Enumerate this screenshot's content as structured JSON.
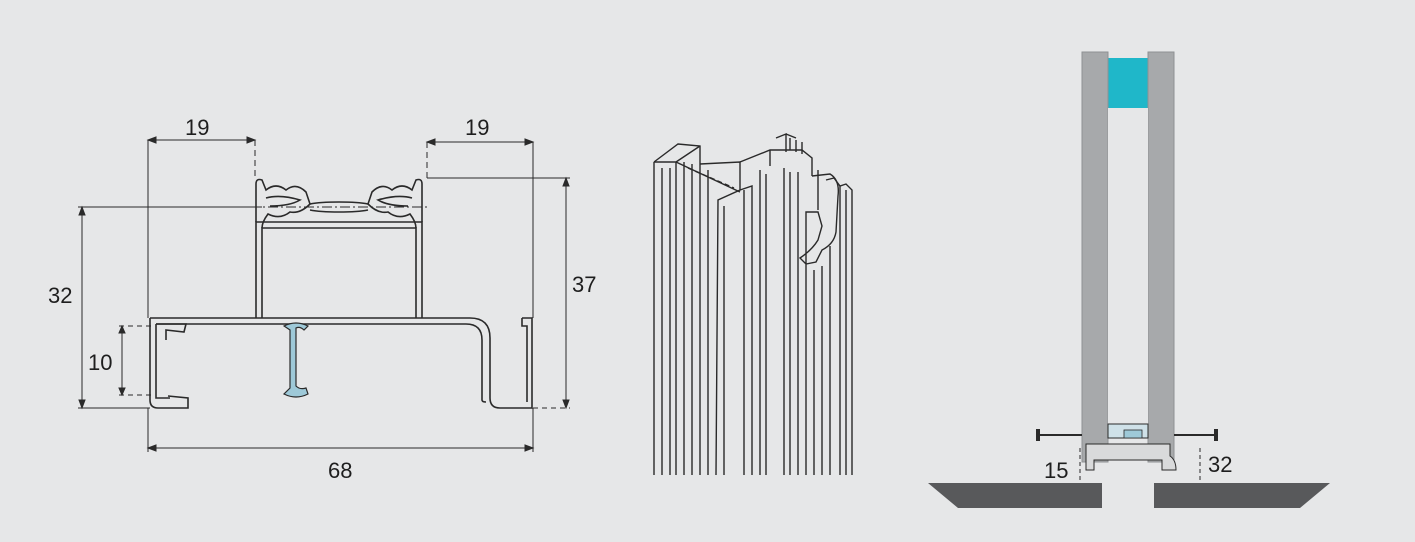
{
  "cross_section": {
    "dim_top_left": "19",
    "dim_top_right": "19",
    "dim_left_height": "32",
    "dim_inner_height": "10",
    "dim_right_height": "37",
    "dim_width": "68"
  },
  "installation": {
    "dim_left": "15",
    "dim_right": "32"
  },
  "colors": {
    "background": "#e6e7e8",
    "line": "#2a2a2a",
    "seal_blue": "#9ec9d8",
    "glass_teal": "#1fb7c9",
    "panel_grey": "#a7a9ab",
    "base_dark": "#58595b"
  }
}
